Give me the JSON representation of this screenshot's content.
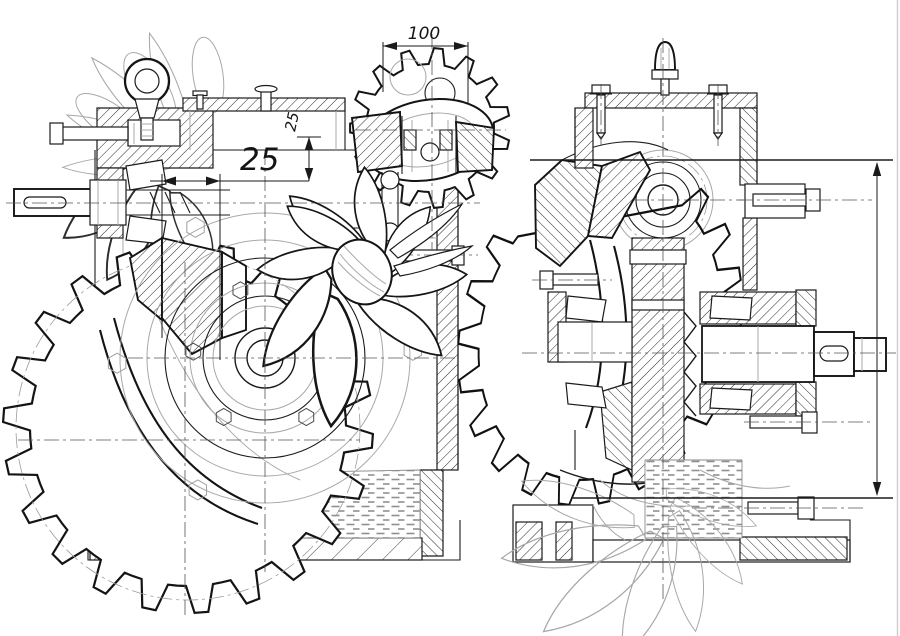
{
  "drawing": {
    "dimensions": {
      "top_width_label": "100",
      "rim_width_label": "25",
      "vertical_offset_label": "25"
    },
    "palette": {
      "line": "#1b1b1b",
      "ghost": "#a8a8a8",
      "oil": "#8f8f8f",
      "centerline": "#555555",
      "background": "#ffffff"
    }
  }
}
